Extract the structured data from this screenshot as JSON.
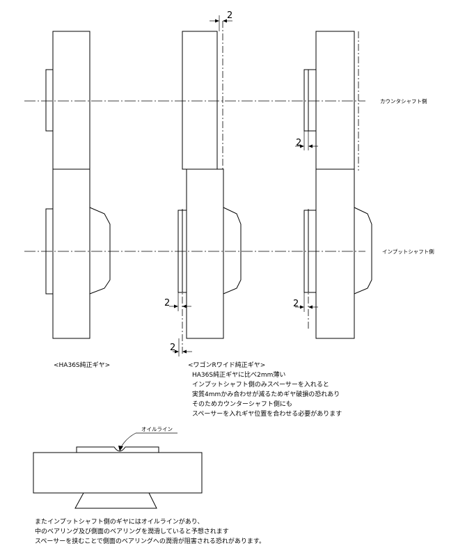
{
  "dimension_value": "2",
  "callouts": {
    "counter_shaft": "カウンタシャフト側",
    "input_shaft": "インプットシャフト側",
    "oil_line": "オイルライン"
  },
  "captions": {
    "left": "<HA36S純正ギヤ>",
    "middle": [
      "<ワゴンRワイド純正ギヤ>",
      "HA36S純正ギヤに比べ2mm薄い",
      "インプットシャフト側のみスペーサーを入れると",
      "実質4mmかみ合わせが減るためギヤ破損の恐れあり",
      "そのためカウンターシャフト側にも",
      "スペーサーを入れギヤ位置を合わせる必要があります"
    ],
    "bottom": [
      "またインプットシャフト側のギヤにはオイルラインがあり、",
      "中のベアリング及び側面のベアリングを潤滑していると予想されます",
      "スペーサーを挟むことで側面のベアリングへの潤滑が阻害される恐れがあります。"
    ]
  }
}
